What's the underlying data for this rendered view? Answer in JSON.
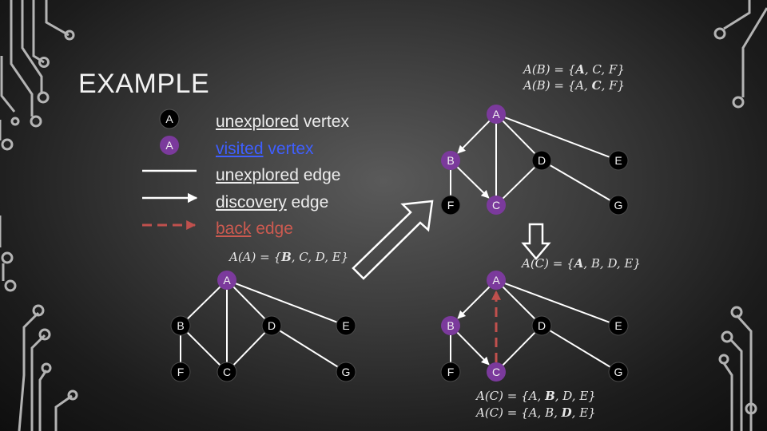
{
  "slide": {
    "title": "EXAMPLE",
    "colors": {
      "unexplored_vertex": "#000000",
      "visited_vertex": "#7b3a9c",
      "edge": "#ffffff",
      "back_edge": "#c0504d",
      "visited_text": "#3f5fff",
      "back_text": "#cc5a50"
    }
  },
  "legend": {
    "vertex_unexplored_symbol": "A",
    "vertex_visited_symbol": "A",
    "unexplored_vertex": {
      "key": "unexplored",
      "rest": " vertex"
    },
    "visited_vertex": {
      "key": "visited",
      "rest": " vertex"
    },
    "unexplored_edge": {
      "key": "unexplored",
      "rest": " edge"
    },
    "discovery_edge": {
      "key": "discovery",
      "rest": " edge"
    },
    "back_edge": {
      "key": "back",
      "rest": " edge"
    }
  },
  "equations": {
    "eq1": {
      "lhs": "A(B)",
      "pre": "{",
      "bold": "A",
      "post": ", C, F}"
    },
    "eq2": {
      "lhs": "A(B)",
      "pre": "{A, ",
      "bold": "C",
      "post": ", F}"
    },
    "eq3": {
      "lhs": "A(A)",
      "pre": "{",
      "bold": "B",
      "post": ", C, D, E}"
    },
    "eq4": {
      "lhs": "A(C)",
      "pre": "{",
      "bold": "A",
      "post": ", B, D, E}"
    },
    "eq5": {
      "lhs": "A(C)",
      "pre": "{A, ",
      "bold": "B",
      "post": ", D, E}"
    },
    "eq6": {
      "lhs": "A(C)",
      "pre": "{A, B, ",
      "bold": "D",
      "post": ", E}"
    },
    "equals": "="
  },
  "graphs": [
    {
      "id": "top",
      "nodes": [
        {
          "id": "A",
          "label": "A",
          "state": "visited"
        },
        {
          "id": "B",
          "label": "B",
          "state": "visited"
        },
        {
          "id": "D",
          "label": "D",
          "state": "unexplored"
        },
        {
          "id": "E",
          "label": "E",
          "state": "unexplored"
        },
        {
          "id": "F",
          "label": "F",
          "state": "unexplored"
        },
        {
          "id": "C",
          "label": "C",
          "state": "visited"
        },
        {
          "id": "G",
          "label": "G",
          "state": "unexplored"
        }
      ],
      "edges": [
        {
          "from": "A",
          "to": "B",
          "type": "discovery"
        },
        {
          "from": "A",
          "to": "C",
          "type": "unexplored"
        },
        {
          "from": "A",
          "to": "D",
          "type": "unexplored"
        },
        {
          "from": "A",
          "to": "E",
          "type": "unexplored"
        },
        {
          "from": "B",
          "to": "F",
          "type": "unexplored"
        },
        {
          "from": "B",
          "to": "C",
          "type": "discovery"
        },
        {
          "from": "C",
          "to": "D",
          "type": "unexplored"
        },
        {
          "from": "D",
          "to": "G",
          "type": "unexplored"
        }
      ]
    },
    {
      "id": "bottom-left",
      "nodes": [
        {
          "id": "A",
          "label": "A",
          "state": "visited"
        },
        {
          "id": "B",
          "label": "B",
          "state": "unexplored"
        },
        {
          "id": "D",
          "label": "D",
          "state": "unexplored"
        },
        {
          "id": "E",
          "label": "E",
          "state": "unexplored"
        },
        {
          "id": "F",
          "label": "F",
          "state": "unexplored"
        },
        {
          "id": "C",
          "label": "C",
          "state": "unexplored"
        },
        {
          "id": "G",
          "label": "G",
          "state": "unexplored"
        }
      ],
      "edges": [
        {
          "from": "A",
          "to": "B",
          "type": "unexplored"
        },
        {
          "from": "A",
          "to": "C",
          "type": "unexplored"
        },
        {
          "from": "A",
          "to": "D",
          "type": "unexplored"
        },
        {
          "from": "A",
          "to": "E",
          "type": "unexplored"
        },
        {
          "from": "B",
          "to": "F",
          "type": "unexplored"
        },
        {
          "from": "B",
          "to": "C",
          "type": "unexplored"
        },
        {
          "from": "C",
          "to": "D",
          "type": "unexplored"
        },
        {
          "from": "D",
          "to": "G",
          "type": "unexplored"
        }
      ]
    },
    {
      "id": "bottom-right",
      "nodes": [
        {
          "id": "A",
          "label": "A",
          "state": "visited"
        },
        {
          "id": "B",
          "label": "B",
          "state": "visited"
        },
        {
          "id": "D",
          "label": "D",
          "state": "unexplored"
        },
        {
          "id": "E",
          "label": "E",
          "state": "unexplored"
        },
        {
          "id": "F",
          "label": "F",
          "state": "unexplored"
        },
        {
          "id": "C",
          "label": "C",
          "state": "visited"
        },
        {
          "id": "G",
          "label": "G",
          "state": "unexplored"
        }
      ],
      "edges": [
        {
          "from": "A",
          "to": "B",
          "type": "discovery"
        },
        {
          "from": "A",
          "to": "C",
          "type": "back"
        },
        {
          "from": "A",
          "to": "D",
          "type": "unexplored"
        },
        {
          "from": "A",
          "to": "E",
          "type": "unexplored"
        },
        {
          "from": "B",
          "to": "F",
          "type": "unexplored"
        },
        {
          "from": "B",
          "to": "C",
          "type": "discovery"
        },
        {
          "from": "C",
          "to": "D",
          "type": "unexplored"
        },
        {
          "from": "D",
          "to": "G",
          "type": "unexplored"
        }
      ]
    }
  ]
}
